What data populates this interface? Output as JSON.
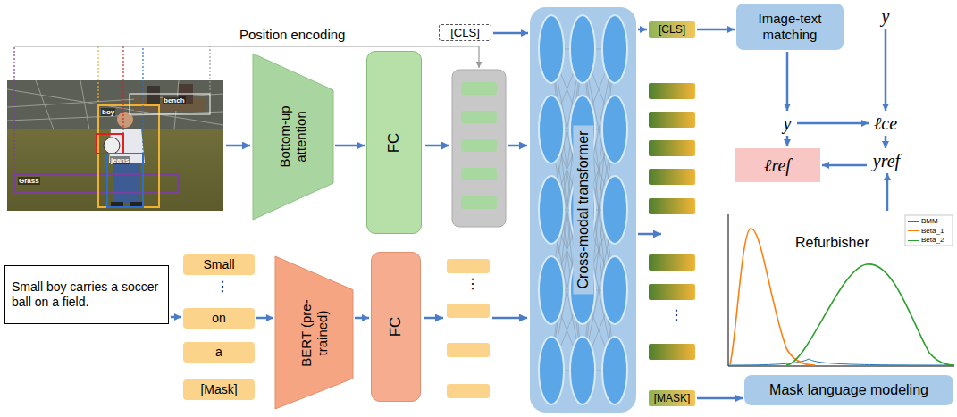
{
  "diagram": {
    "nodes": [
      {
        "text": [
          "[CLS]"
        ]
      },
      {
        "text": [
          "Bottom-up attention"
        ]
      },
      {
        "text": [
          "FC"
        ]
      },
      {
        "text": [
          "Cross-modal transformer"
        ]
      },
      {
        "text": [
          "[CLS]"
        ]
      },
      {
        "text": [
          "Image-text matching"
        ]
      },
      {
        "text": [
          "y"
        ]
      },
      {
        "text": [
          "y"
        ]
      },
      {
        "text": [
          "ℓce"
        ]
      },
      {
        "text": [
          "ℓref"
        ]
      },
      {
        "text": [
          "yref"
        ]
      },
      {
        "text": [
          "Refurbisher"
        ]
      },
      {
        "text": [
          "Small boy carries a soccer ball on a field."
        ]
      },
      {
        "text": [
          "Small"
        ]
      },
      {
        "text": [
          "on"
        ]
      },
      {
        "text": [
          "a"
        ]
      },
      {
        "text": [
          "[Mask]"
        ]
      },
      {
        "text": [
          "BERT (pre-trained)"
        ]
      },
      {
        "text": [
          "FC"
        ]
      },
      {
        "text": [
          "[MASK]"
        ]
      },
      {
        "text": [
          "Mask language modeling"
        ]
      }
    ],
    "edges": [
      {
        "from": 0,
        "to": 3,
        "arrow": "to"
      },
      {
        "from": 1,
        "to": 2,
        "arrow": "to"
      },
      {
        "from": 3,
        "to": 4,
        "arrow": "to"
      },
      {
        "from": 4,
        "to": 5,
        "arrow": "to"
      },
      {
        "from": 5,
        "to": 7,
        "arrow": "to"
      },
      {
        "from": 6,
        "to": 8,
        "arrow": "to"
      },
      {
        "from": 7,
        "to": 8,
        "arrow": "to"
      },
      {
        "from": 8,
        "to": 10,
        "arrow": "to"
      },
      {
        "from": 7,
        "to": 9,
        "arrow": "to"
      },
      {
        "from": 10,
        "to": 9,
        "arrow": "to"
      },
      {
        "from": 11,
        "to": 10,
        "arrow": "to"
      },
      {
        "from": 12,
        "to": 14,
        "arrow": "to"
      },
      {
        "from": 14,
        "to": 17,
        "arrow": "to"
      },
      {
        "from": 17,
        "to": 18,
        "arrow": "to"
      },
      {
        "from": 19,
        "to": 20,
        "arrow": "to"
      }
    ],
    "labels": [
      "Position encoding",
      "bench",
      "boy",
      "Grass",
      "jeans",
      "⋮",
      "⋮",
      "⋮"
    ],
    "legend": [
      {
        "text": "BMM"
      },
      {
        "text": "Beta_1"
      },
      {
        "text": "Beta_2"
      }
    ]
  }
}
